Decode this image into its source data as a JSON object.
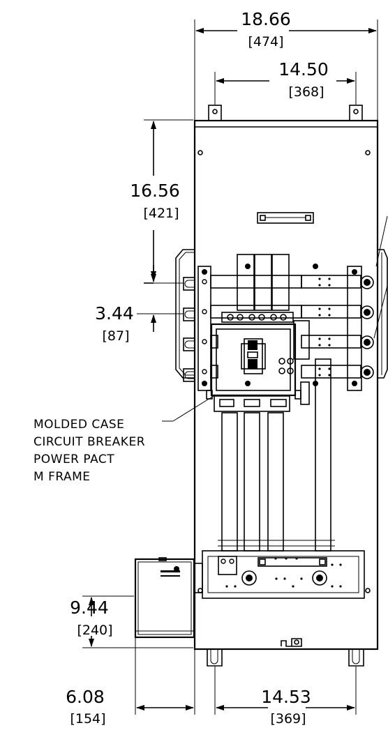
{
  "dimensions": {
    "overall_width": {
      "value": "18.66",
      "metric": "[474]"
    },
    "mounting_width": {
      "value": "14.50",
      "metric": "[368]"
    },
    "upper_height": {
      "value": "16.56",
      "metric": "[421]"
    },
    "lug_pitch": {
      "value": "3.44",
      "metric": "[87]"
    },
    "lower_height": {
      "value": "9.44",
      "metric": "[240]"
    },
    "side_offset": {
      "value": "6.08",
      "metric": "[154]"
    },
    "base_width": {
      "value": "14.53",
      "metric": "[369]"
    }
  },
  "callout": {
    "lines": [
      "MOLDED CASE",
      "CIRCUIT BREAKER",
      "POWER PACT",
      "M FRAME"
    ]
  }
}
